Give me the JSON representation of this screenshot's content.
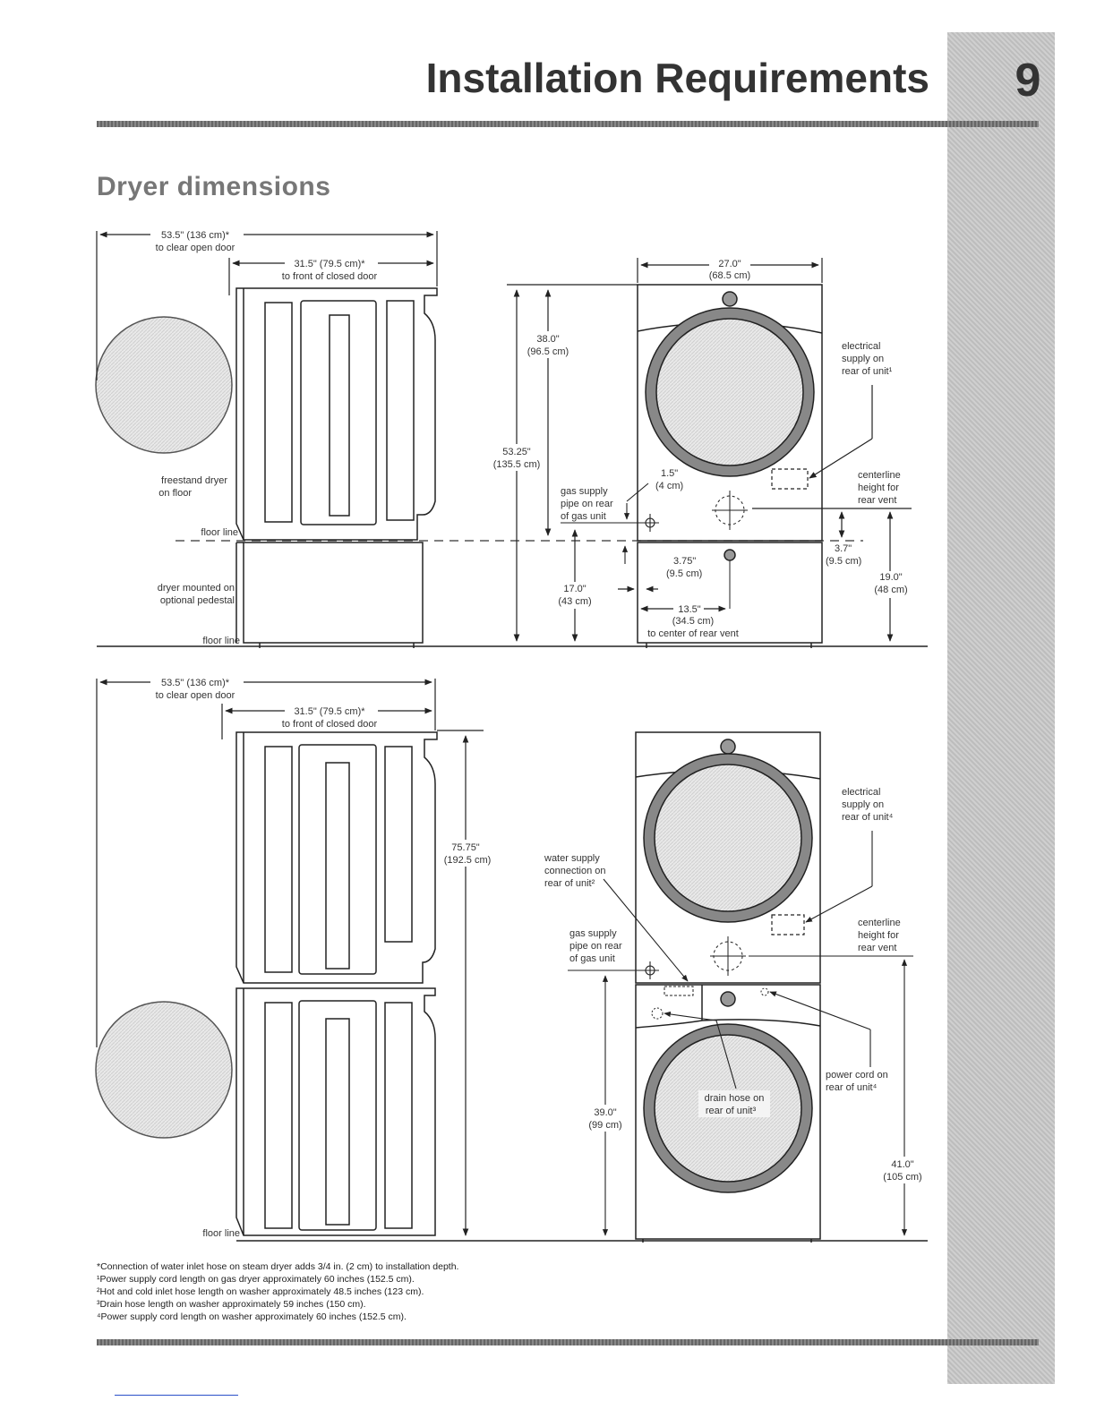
{
  "header": {
    "title": "Installation Requirements",
    "page_number": "9"
  },
  "section": {
    "title": "Dryer dimensions"
  },
  "top_diagram": {
    "side_total_depth": [
      "53.5\" (136 cm)*",
      "to clear open door"
    ],
    "side_front_depth": [
      "31.5\" (79.5 cm)*",
      "to front of closed door"
    ],
    "freestand_label": [
      "freestand dryer",
      "on floor"
    ],
    "floor_line_label": "floor line",
    "pedestal_label": [
      "dryer mounted on",
      "optional pedestal"
    ],
    "floor_line_label_2": "floor line",
    "dim_38": [
      "38.0\"",
      "(96.5 cm)"
    ],
    "dim_53": [
      "53.25\"",
      "(135.5 cm)"
    ],
    "width_27": [
      "27.0\"",
      "(68.5 cm)"
    ],
    "electrical_label": [
      "electrical",
      "supply on",
      "rear of unit¹"
    ],
    "dim_1_5": [
      "1.5\"",
      "(4 cm)"
    ],
    "gas_supply_label": [
      "gas supply",
      "pipe on rear",
      "of gas unit"
    ],
    "centerline_label": [
      "centerline",
      "height for",
      "rear vent"
    ],
    "dim_3_7": [
      "3.7\"",
      "(9.5 cm)"
    ],
    "dim_3_75": [
      "3.75\"",
      "(9.5 cm)"
    ],
    "dim_17": [
      "17.0\"",
      "(43 cm)"
    ],
    "dim_19": [
      "19.0\"",
      "(48 cm)"
    ],
    "dim_13_5": [
      "13.5\"",
      "(34.5 cm)",
      "to center of rear vent"
    ]
  },
  "bottom_diagram": {
    "side_total_depth": [
      "53.5\" (136 cm)*",
      "to clear open door"
    ],
    "side_front_depth": [
      "31.5\" (79.5 cm)*",
      "to front of closed door"
    ],
    "dim_75": [
      "75.75\"",
      "(192.5 cm)"
    ],
    "water_supply_label": [
      "water supply",
      "connection on",
      "rear of unit²"
    ],
    "gas_supply_label": [
      "gas supply",
      "pipe on rear",
      "of gas unit"
    ],
    "electrical_label": [
      "electrical",
      "supply on",
      "rear of unit⁴"
    ],
    "centerline_label": [
      "centerline",
      "height for",
      "rear vent"
    ],
    "power_cord_label": [
      "power cord on",
      "rear of unit⁴"
    ],
    "drain_hose_label": [
      "drain hose on",
      "rear of unit³"
    ],
    "dim_39": [
      "39.0\"",
      "(99 cm)"
    ],
    "dim_41": [
      "41.0\"",
      "(105 cm)"
    ],
    "floor_line_label": "floor line"
  },
  "footnotes": [
    "*Connection of water inlet hose on steam dryer adds 3/4 in. (2 cm) to installation depth.",
    "¹Power supply cord length on gas dryer approximately 60 inches (152.5 cm).",
    "²Hot and cold inlet hose length on washer approximately 48.5 inches (123 cm).",
    "³Drain hose length on washer approximately 59 inches (150 cm).",
    "⁴Power supply cord length on washer approximately 60 inches (152.5 cm)."
  ]
}
